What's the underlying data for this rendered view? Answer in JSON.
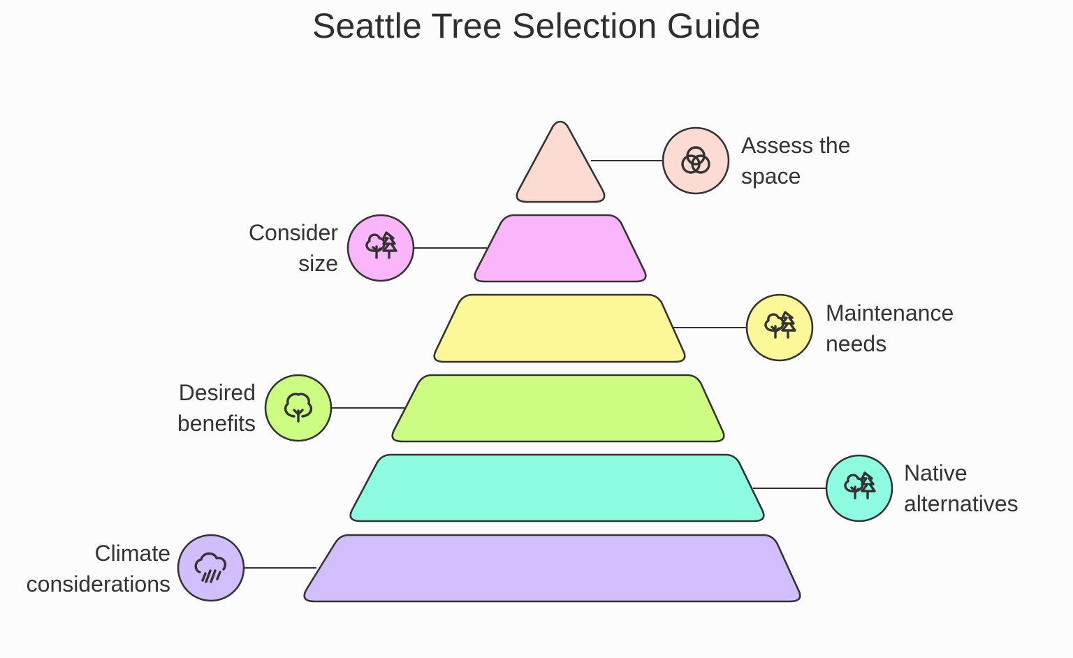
{
  "title": "Seattle Tree Selection Guide",
  "colors": {
    "stroke": "#333333",
    "tier1": "#fcdcd2",
    "tier2": "#fbb6fb",
    "tier3": "#fcf898",
    "tier4": "#ccfd82",
    "tier5": "#8efce0",
    "tier6": "#d2bdfd"
  },
  "tiers": [
    {
      "label_lines": [
        "Assess the",
        "space"
      ],
      "icon": "interlocking-circles-icon",
      "side": "right",
      "color": "#fcdcd2"
    },
    {
      "label_lines": [
        "Consider",
        "size"
      ],
      "icon": "trees-icon",
      "side": "left",
      "color": "#fbb6fb"
    },
    {
      "label_lines": [
        "Maintenance",
        "needs"
      ],
      "icon": "trees-icon",
      "side": "right",
      "color": "#fcf898"
    },
    {
      "label_lines": [
        "Desired",
        "benefits"
      ],
      "icon": "tree-icon",
      "side": "left",
      "color": "#ccfd82"
    },
    {
      "label_lines": [
        "Native",
        "alternatives"
      ],
      "icon": "trees-icon",
      "side": "right",
      "color": "#8efce0"
    },
    {
      "label_lines": [
        "Climate",
        "considerations"
      ],
      "icon": "cloud-rain-icon",
      "side": "left",
      "color": "#d2bdfd"
    }
  ]
}
